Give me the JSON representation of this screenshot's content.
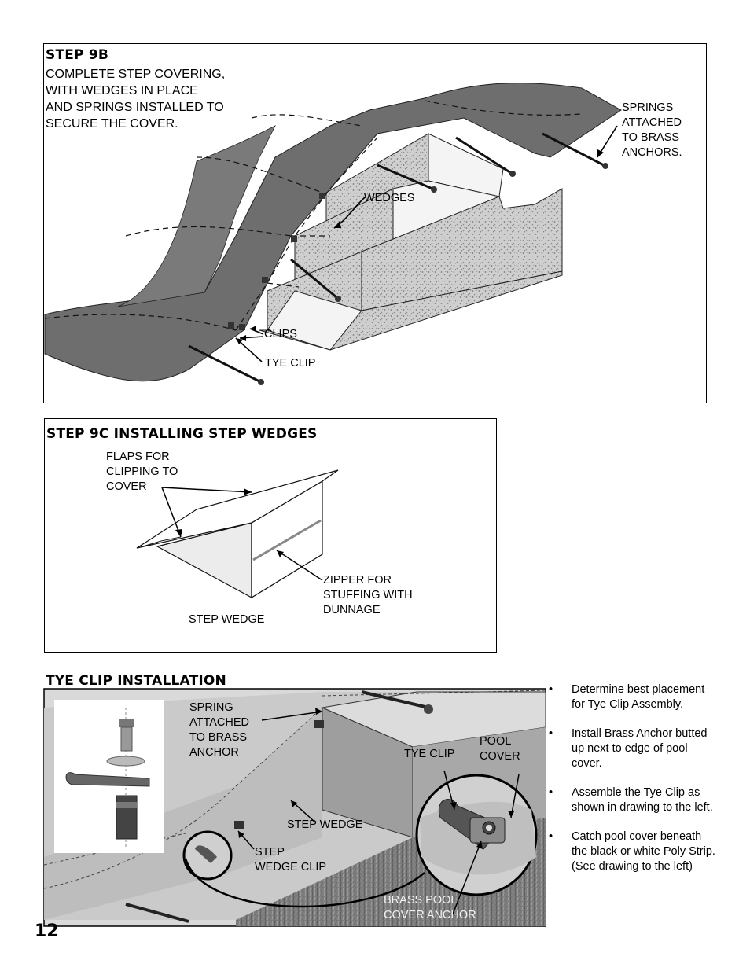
{
  "step9b": {
    "heading": "STEP 9B",
    "description_lines": [
      "COMPLETE STEP COVERING,",
      "WITH WEDGES IN PLACE",
      "AND SPRINGS INSTALLED TO",
      "SECURE THE COVER."
    ],
    "labels": {
      "springs": "SPRINGS\nATTACHED\nTO BRASS\nANCHORS.",
      "wedges": "WEDGES",
      "clips": "CLIPS",
      "tye_clip": "TYE CLIP"
    }
  },
  "step9c": {
    "heading": "STEP 9C  INSTALLING STEP WEDGES",
    "labels": {
      "flaps": "FLAPS FOR\nCLIPPING TO\nCOVER",
      "zipper": "ZIPPER FOR\nSTUFFING WITH\nDUNNAGE",
      "step_wedge": "STEP WEDGE"
    }
  },
  "tye_clip": {
    "heading": "TYE CLIP INSTALLATION",
    "labels": {
      "spring": "SPRING\nATTACHED\nTO BRASS\nANCHOR",
      "tye_clip": "TYE CLIP",
      "pool_cover": "POOL\nCOVER",
      "step_wedge": "STEP WEDGE",
      "step_wedge_clip": "STEP\nWEDGE CLIP",
      "brass_anchor": "BRASS POOL\nCOVER ANCHOR"
    },
    "bullet_glyph": "•",
    "bullets": [
      "Determine best placement for Tye Clip Assembly.",
      "Install Brass Anchor butted up next to edge of pool cover.",
      "Assemble the Tye Clip as shown in drawing to the left.",
      "Catch pool cover beneath the black or white Poly Strip.  (See drawing to the left)"
    ]
  },
  "page_number": "12"
}
